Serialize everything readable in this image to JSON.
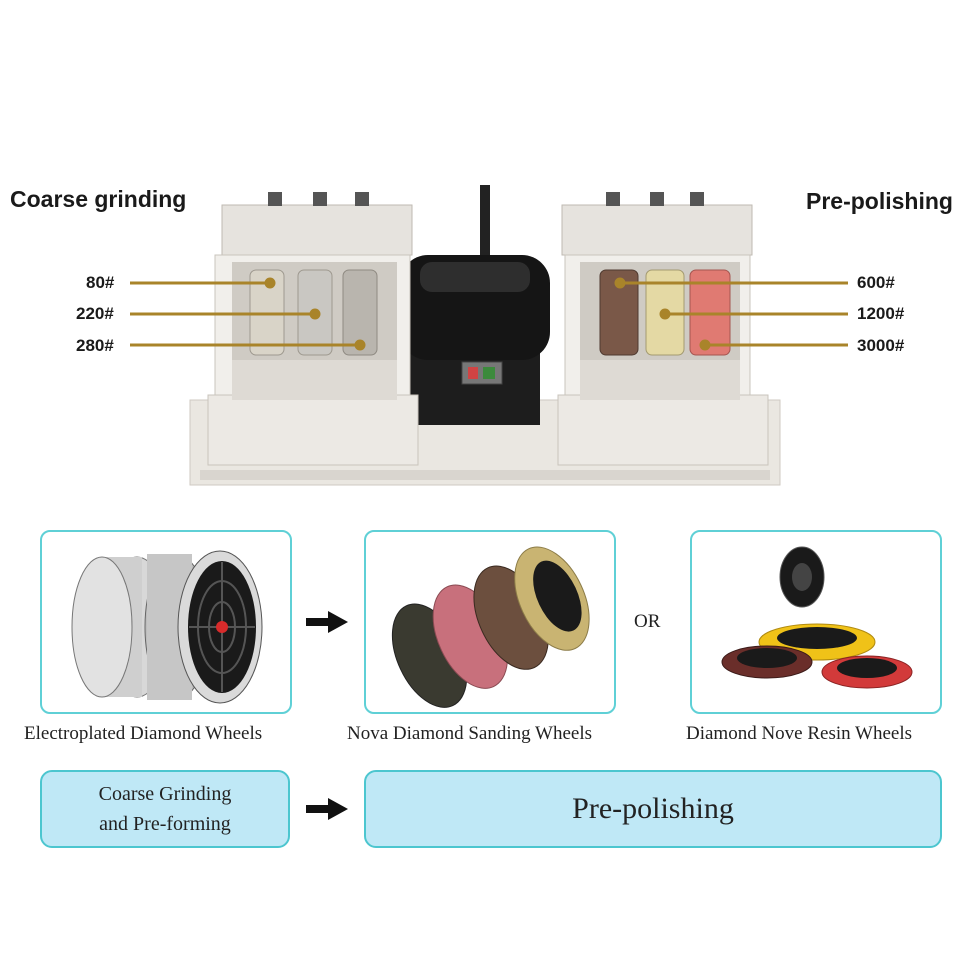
{
  "machine": {
    "left_heading": "Coarse grinding",
    "right_heading": "Pre-polishing",
    "left_grits": [
      "80#",
      "220#",
      "280#"
    ],
    "right_grits": [
      "600#",
      "1200#",
      "3000#"
    ]
  },
  "products": {
    "items": [
      {
        "caption": "Electroplated Diamond Wheels",
        "icon": "electroplated-wheels-image"
      },
      {
        "caption": "Nova Diamond Sanding Wheels",
        "icon": "sanding-wheels-image"
      },
      {
        "caption": "Diamond Nove Resin Wheels",
        "icon": "resin-wheels-image"
      }
    ],
    "or_label": "OR"
  },
  "stages": {
    "stage1_line1": "Coarse Grinding",
    "stage1_line2": "and Pre-forming",
    "stage2": "Pre-polishing"
  },
  "colors": {
    "leader_line": "#a9842a",
    "card_border": "#5fd0d6",
    "stage_fill": "#bfe8f6"
  }
}
